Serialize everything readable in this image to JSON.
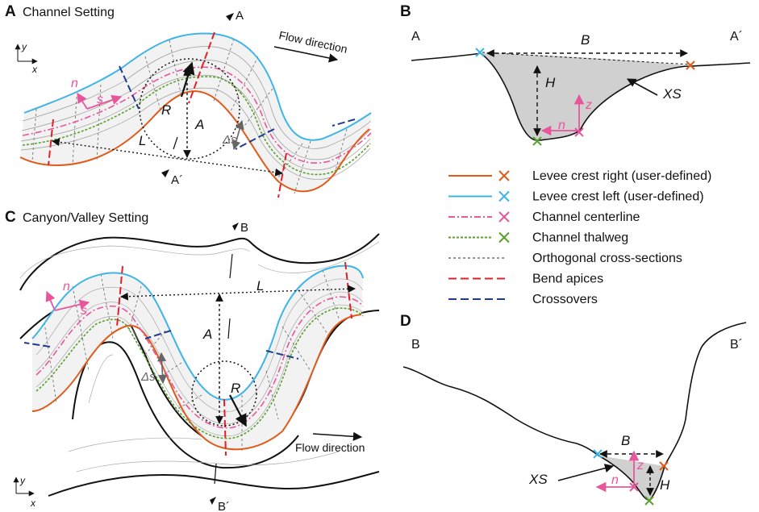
{
  "panels": {
    "a": {
      "letter": "A",
      "title": "Channel Setting"
    },
    "b": {
      "letter": "B"
    },
    "c": {
      "letter": "C",
      "title": "Canyon/Valley Setting"
    },
    "d": {
      "letter": "D"
    }
  },
  "panel_a": {
    "flow_direction": "Flow direction",
    "section_top": "A",
    "section_bottom": "A´",
    "axis_y": "y",
    "axis_x": "x",
    "label_n": "n",
    "label_s": "s",
    "label_R": "R",
    "label_A": "A",
    "label_L": "L",
    "label_ds": "Δs"
  },
  "panel_b": {
    "left": "A",
    "right": "A´",
    "label_B": "B",
    "label_H": "H",
    "label_XS": "XS",
    "label_n": "n",
    "label_z": "z"
  },
  "panel_c": {
    "flow_direction": "Flow direction",
    "section_top": "B",
    "section_bottom": "B´",
    "axis_y": "y",
    "axis_x": "x",
    "label_n": "n",
    "label_s": "s",
    "label_R": "R",
    "label_A": "A",
    "label_L": "L",
    "label_ds": "Δs"
  },
  "panel_d": {
    "left": "B",
    "right": "B´",
    "label_B": "B",
    "label_H": "H",
    "label_XS": "XS",
    "label_n": "n",
    "label_z": "z"
  },
  "legend": [
    {
      "label": "Levee crest right (user-defined)",
      "color": "#e05a1a",
      "dash": "solid",
      "marker": true
    },
    {
      "label": "Levee crest left (user-defined)",
      "color": "#3fb4e6",
      "dash": "solid",
      "marker": true
    },
    {
      "label": "Channel centerline",
      "color": "#e8559b",
      "dash": "dashdot",
      "marker": true
    },
    {
      "label": "Channel thalweg",
      "color": "#5aa02c",
      "dash": "dot",
      "marker": true
    },
    {
      "label": "Orthogonal cross-sections",
      "color": "#555555",
      "dash": "fine",
      "marker": false
    },
    {
      "label": "Bend apices",
      "color": "#e0202a",
      "dash": "long",
      "marker": false
    },
    {
      "label": "Crossovers",
      "color": "#1f3a8f",
      "dash": "long",
      "marker": false
    }
  ]
}
